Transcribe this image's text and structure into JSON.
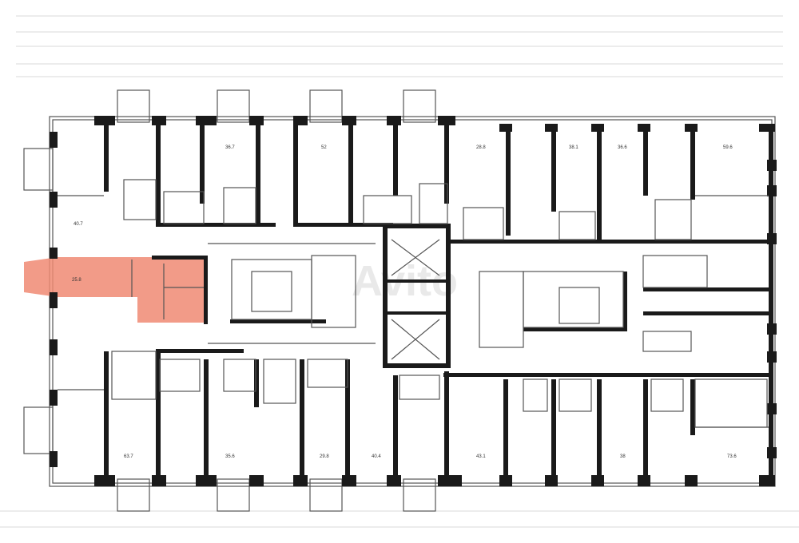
{
  "plan": {
    "watermark": "Avito",
    "highlight_color": "#f08a73",
    "wall_color": "#1a1a1a",
    "unit_areas": {
      "u_top_left": "40.7",
      "u_selected": "25.8",
      "u_top_2": "36.7",
      "u_top_3": "52",
      "u_top_right_1": "28.8",
      "u_top_right_2": "38.1",
      "u_top_right_3": "36.6",
      "u_top_right_4": "59.6",
      "u_bottom_1": "63.7",
      "u_bottom_2": "35.6",
      "u_bottom_3": "29.8",
      "u_bottom_4": "40.4",
      "u_bottom_5": "43.1",
      "u_bottom_6": "38",
      "u_bottom_7": "73.6"
    }
  }
}
